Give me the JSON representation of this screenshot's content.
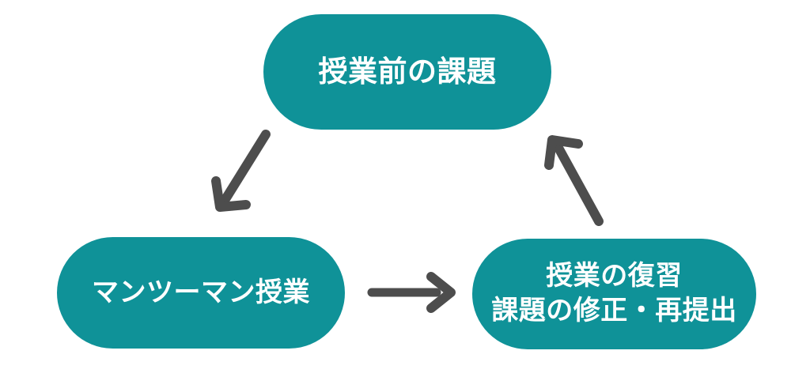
{
  "diagram": {
    "type": "cycle-flow",
    "background_color": "#ffffff",
    "node_color": "#0f9298",
    "node_text_color": "#ffffff",
    "arrow_color": "#4d4d4d",
    "nodes": [
      {
        "id": "pre-class",
        "label": "授業前の課題",
        "position": "top-center"
      },
      {
        "id": "lesson",
        "label": "マンツーマン授業",
        "position": "bottom-left"
      },
      {
        "id": "review",
        "label": "授業の復習\n課題の修正・再提出",
        "position": "bottom-right"
      }
    ],
    "arrows": [
      {
        "id": "pre-class-to-lesson",
        "from": "pre-class",
        "to": "lesson",
        "direction": "down-left",
        "style": "hand-drawn"
      },
      {
        "id": "lesson-to-review",
        "from": "lesson",
        "to": "review",
        "direction": "right",
        "style": "straight"
      },
      {
        "id": "review-to-pre-class",
        "from": "review",
        "to": "pre-class",
        "direction": "up-left",
        "style": "hand-drawn"
      }
    ]
  }
}
